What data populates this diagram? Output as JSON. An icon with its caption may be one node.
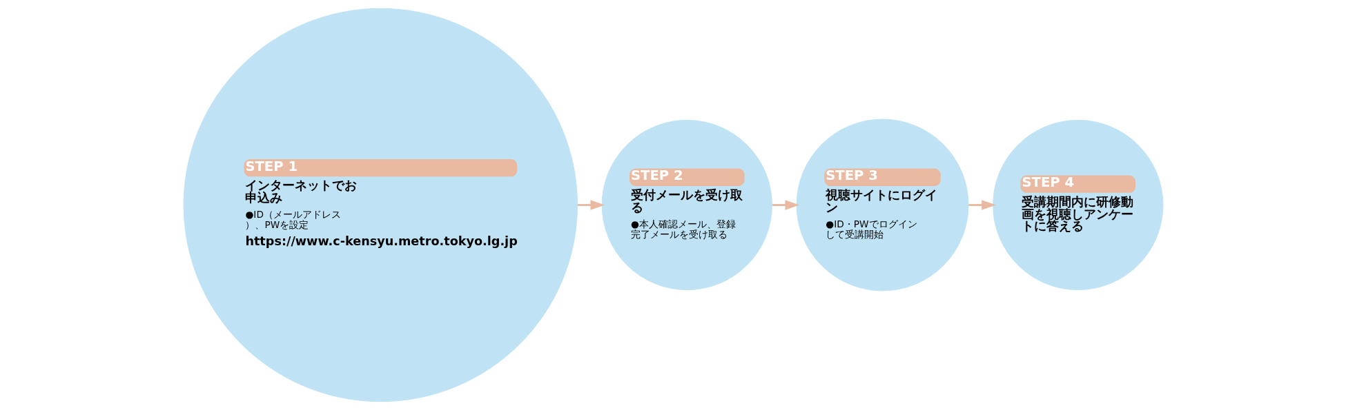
{
  "diagram": {
    "nodes": [
      {
        "text": [
          "STEP 1",
          "インターネットでお申込み",
          "●ID（メールアドレス）、PWを設定",
          "https://www.c-kensyu.metro.tokyo.lg.jp"
        ]
      },
      {
        "text": [
          "STEP 2",
          "受付メールを受け取る",
          "●本人確認メール、登録完了メールを受け取る"
        ]
      },
      {
        "text": [
          "STEP 3",
          "視聴サイトにログイン",
          "●ID・PWでログインして受講開始"
        ]
      },
      {
        "text": [
          "STEP 4",
          "受講期間内に研修動画を視聴しアンケートに答える"
        ]
      }
    ],
    "edges": [
      {
        "from": 0,
        "to": 1,
        "arrow": "to"
      },
      {
        "from": 1,
        "to": 2,
        "arrow": "to"
      },
      {
        "from": 2,
        "to": 3,
        "arrow": "to"
      }
    ]
  }
}
